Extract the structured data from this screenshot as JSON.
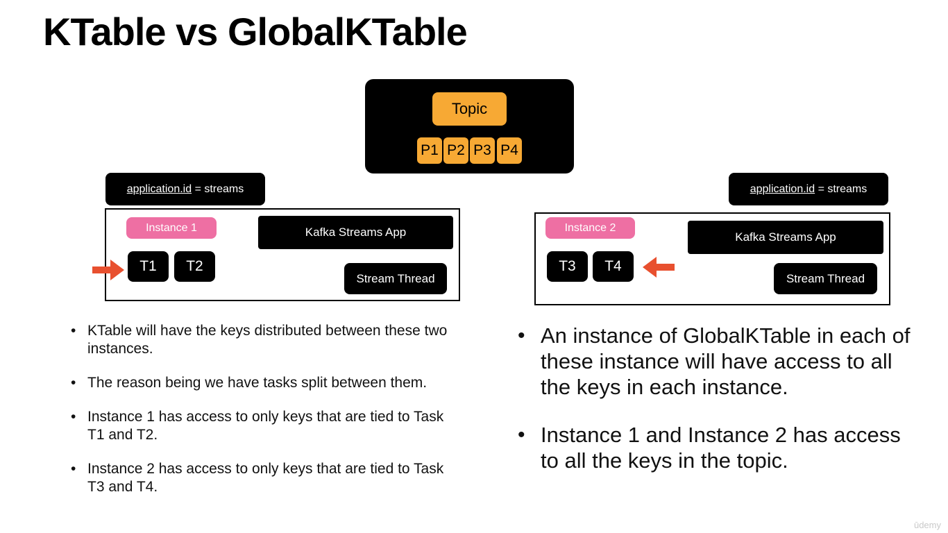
{
  "title": "KTable vs GlobalKTable",
  "topic": {
    "label": "Topic",
    "partitions": [
      "P1",
      "P2",
      "P3",
      "P4"
    ]
  },
  "left_instance": {
    "app_id_key": "application.id",
    "app_id_rest": " = streams",
    "instance_label": "Instance 1",
    "app_label": "Kafka Streams App",
    "thread_label": "Stream Thread",
    "tasks": [
      "T1",
      "T2"
    ]
  },
  "right_instance": {
    "app_id_key": "application.id",
    "app_id_rest": " = streams",
    "instance_label": "Instance 2",
    "app_label": "Kafka Streams App",
    "thread_label": "Stream Thread",
    "tasks": [
      "T3",
      "T4"
    ]
  },
  "left_bullets": [
    "KTable will have the keys distributed between these two instances.",
    "The reason being we have tasks split between them.",
    "Instance 1 has access to only keys that are tied to Task T1 and T2.",
    "Instance 2 has access to only keys that are tied to Task T3 and T4."
  ],
  "right_bullets": [
    "An instance of GlobalKTable in each of these instance will have access to all the keys in each instance.",
    "Instance 1 and Instance 2 has access to all the keys in the topic."
  ],
  "watermark": "ūdemy",
  "colors": {
    "partition_orange": "#f7a934",
    "instance_pink": "#ee6fa3",
    "arrow_red": "#e8502f",
    "box_black": "#000000"
  },
  "icons": {
    "left_arrow": "arrow-right-icon",
    "right_arrow": "arrow-left-icon"
  }
}
